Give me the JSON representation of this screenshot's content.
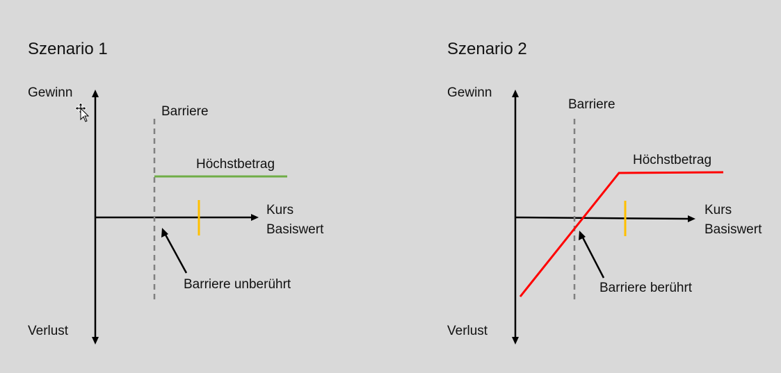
{
  "colors": {
    "background": "#d9d9d9",
    "axis": "#000000",
    "barrier": "#808080",
    "max_line_scenario1": "#70ad47",
    "payoff_scenario2": "#ff0000",
    "strike_marker": "#ffc000"
  },
  "scenario1": {
    "title": "Szenario 1",
    "y_top_label": "Gewinn",
    "y_bottom_label": "Verlust",
    "barrier_label": "Barriere",
    "max_label": "Höchstbetrag",
    "x_label_line1": "Kurs",
    "x_label_line2": "Basiswert",
    "annotation": "Barriere unberührt"
  },
  "scenario2": {
    "title": "Szenario 2",
    "y_top_label": "Gewinn",
    "y_bottom_label": "Verlust",
    "barrier_label": "Barriere",
    "max_label": "Höchstbetrag",
    "x_label_line1": "Kurs",
    "x_label_line2": "Basiswert",
    "annotation": "Barriere berührt"
  },
  "cursor_icon": "move-cursor-icon"
}
